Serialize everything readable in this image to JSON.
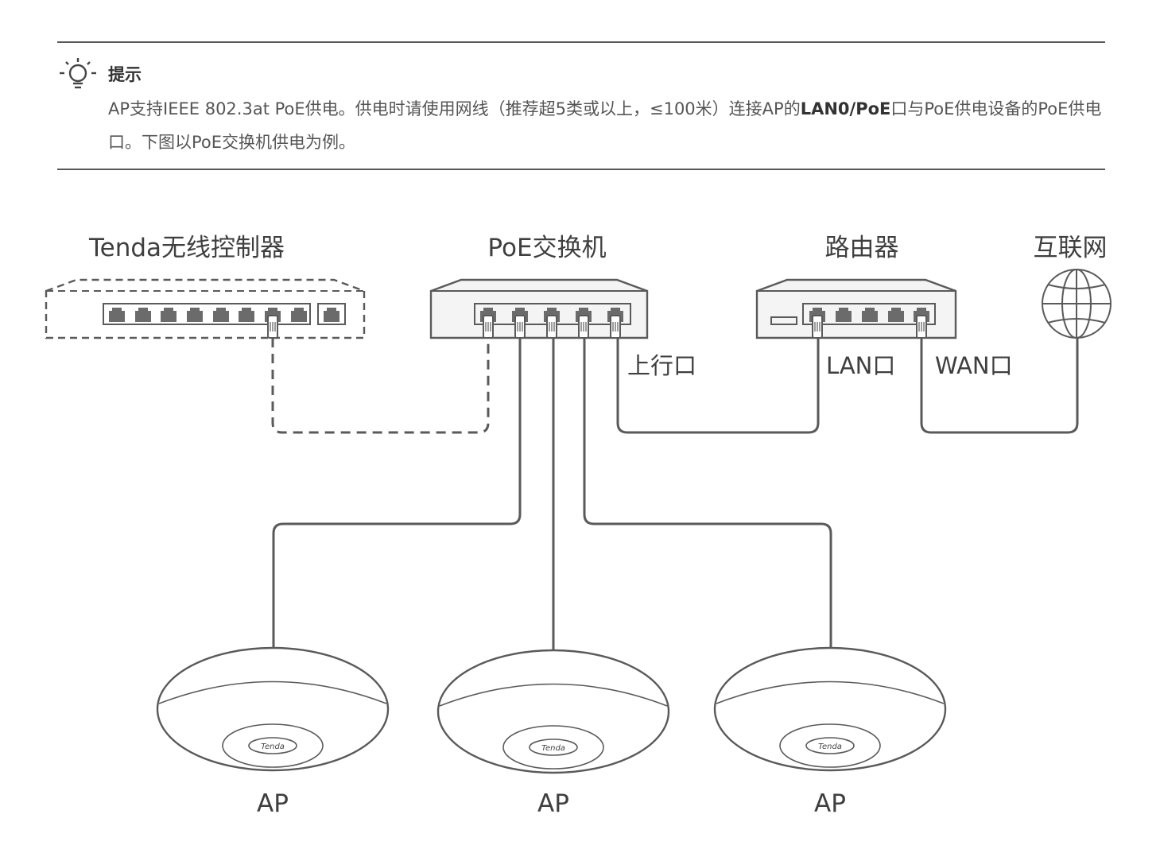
{
  "tip": {
    "icon": "lightbulb-icon",
    "title": "提示",
    "body_part1": "AP支持IEEE 802.3at PoE供电。供电时请使用网线（推荐超5类或以上，≤100米）连接AP的",
    "body_bold": "LAN0/PoE",
    "body_part2": "口与PoE供电设备的PoE供电口。下图以PoE交换机供电为例。"
  },
  "devices": {
    "controller": "Tenda无线控制器",
    "poe_switch": "PoE交换机",
    "router": "路由器",
    "internet": "互联网"
  },
  "ports": {
    "uplink": "上行口",
    "lan": "LAN口",
    "wan": "WAN口"
  },
  "aps": [
    {
      "label": "AP",
      "logo": "Tenda"
    },
    {
      "label": "AP",
      "logo": "Tenda"
    },
    {
      "label": "AP",
      "logo": "Tenda"
    }
  ],
  "colors": {
    "line": "#5a5a5a",
    "device_fill": "#f4f4f4",
    "port_fill": "#6b6b6b"
  }
}
